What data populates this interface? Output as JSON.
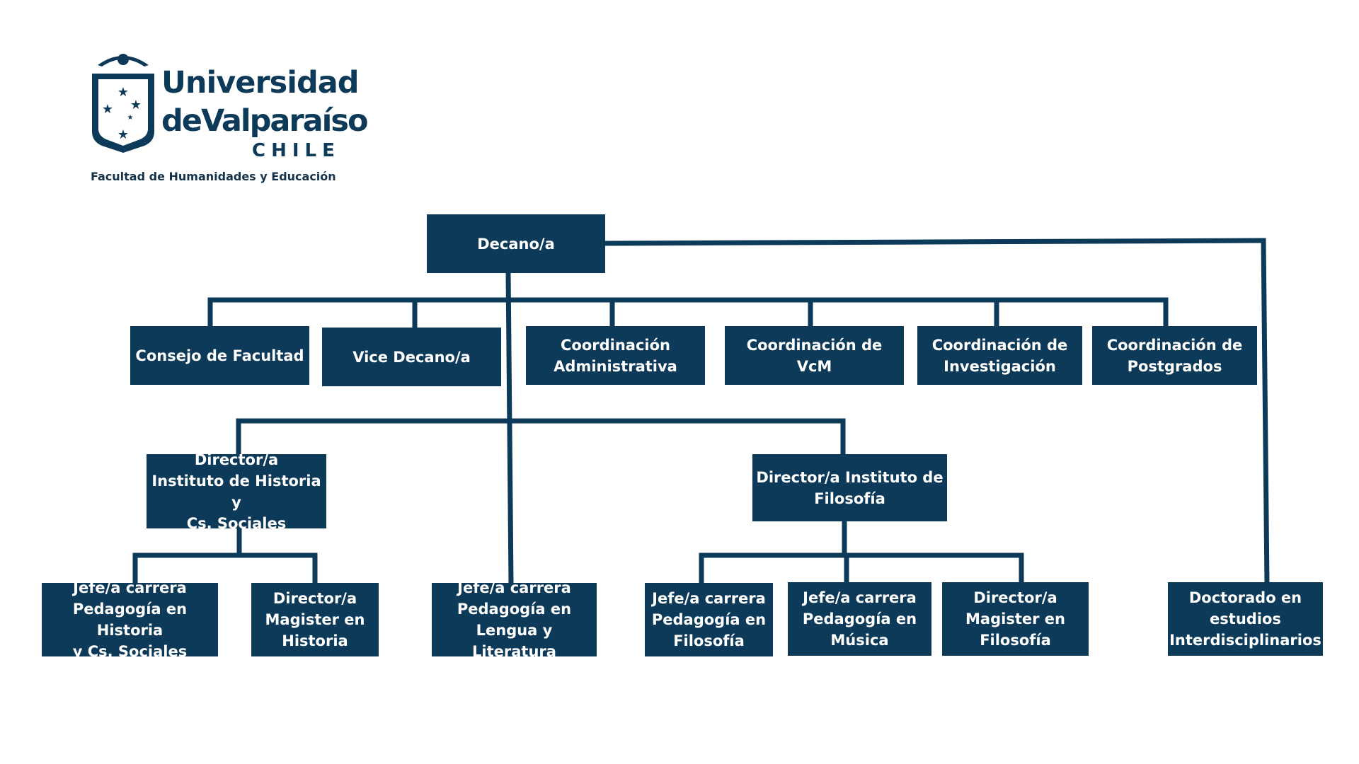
{
  "header": {
    "logo_line1": "Universidad",
    "logo_line2": "deValparaíso",
    "logo_country": "CHILE",
    "faculty": "Facultad de Humanidades y Educación"
  },
  "colors": {
    "node": "#0e3a5a",
    "node_text": "#ffffff",
    "connector": "#0e3a5a",
    "background": "#ffffff"
  },
  "org": {
    "dean": "Decano/a",
    "consejo": "Consejo de Facultad",
    "vicedean": "Vice Decano/a",
    "coord_admin": "Coordinación\nAdministrativa",
    "coord_vcm": "Coordinación de VcM",
    "coord_inv": "Coordinación de\nInvestigación",
    "coord_post": "Coordinación de\nPostgrados",
    "dir_historia": "Director/a\nInstituto de Historia y\nCs. Sociales",
    "dir_filosofia": "Director/a Instituto de\nFilosofía",
    "jefe_historia": "Jefe/a carrera\nPedagogía en Historia\ny Cs. Sociales",
    "mag_historia": "Director/a\nMagister en\nHistoria",
    "jefe_lengua": "Jefe/a carrera\nPedagogía en\nLengua y Literatura",
    "jefe_filosofia": "Jefe/a carrera\nPedagogía en\nFilosofía",
    "jefe_musica": "Jefe/a carrera\nPedagogía en\nMúsica",
    "mag_filosofia": "Director/a\nMagister en\nFilosofía",
    "doctorado": "Doctorado en\nestudios\nInterdisciplinarios"
  }
}
